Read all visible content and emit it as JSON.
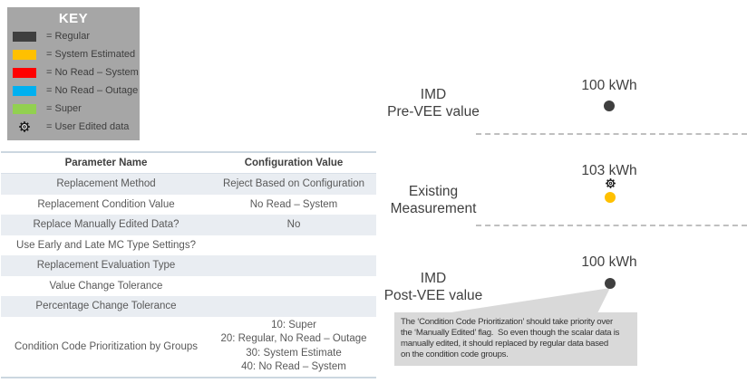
{
  "colors": {
    "regular": "#3F3F3F",
    "system_estimated": "#FFC000",
    "no_read_system": "#FF0000",
    "no_read_outage": "#00B0F0",
    "super": "#92D050",
    "dashed_line": "#BFBFBF",
    "key_background": "#A6A6A6",
    "callout_background": "#D9D9D9",
    "table_band": "#E9EDF2"
  },
  "key": {
    "title": "KEY",
    "items": [
      {
        "label": "= Regular",
        "color": "#3F3F3F"
      },
      {
        "label": "= System Estimated",
        "color": "#FFC000"
      },
      {
        "label": "= No Read – System",
        "color": "#FF0000"
      },
      {
        "label": "= No Read – Outage",
        "color": "#00B0F0"
      },
      {
        "label": "= Super",
        "color": "#92D050"
      },
      {
        "label": "= User Edited data",
        "icon": "gear-icon"
      }
    ]
  },
  "table": {
    "headers": [
      "Parameter Name",
      "Configuration Value"
    ],
    "rows": [
      {
        "name": "Replacement Method",
        "value": "Reject Based on Configuration"
      },
      {
        "name": "Replacement Condition Value",
        "value": "No Read – System"
      },
      {
        "name": "Replace Manually Edited Data?",
        "value": "No"
      },
      {
        "name": "Use Early and Late MC Type Settings?",
        "value": ""
      },
      {
        "name": "Replacement Evaluation Type",
        "value": ""
      },
      {
        "name": "Value Change Tolerance",
        "value": ""
      },
      {
        "name": "Percentage Change Tolerance",
        "value": ""
      },
      {
        "name": "Condition Code Prioritization by Groups",
        "value_lines": [
          "10: Super",
          "20: Regular, No Read – Outage",
          "30: System Estimate",
          "40: No Read – System"
        ]
      }
    ]
  },
  "diagram": {
    "rows": [
      {
        "label_line1": "IMD",
        "label_line2": "Pre-VEE value",
        "value": "100 kWh",
        "marker": "regular"
      },
      {
        "label_line1": "Existing",
        "label_line2": "Measurement",
        "value": "103 kWh",
        "marker": "system_estimated",
        "user_edited": true
      },
      {
        "label_line1": "IMD",
        "label_line2": "Post-VEE value",
        "value": "100 kWh",
        "marker": "regular"
      }
    ],
    "callout_lines": [
      "The ‘Condition Code Prioritization’ should take priority over",
      "the ‘Manually Edited’ flag.  So even though the scalar data is",
      "manually edited, it should replaced by regular data based",
      "on the condition code groups."
    ]
  }
}
